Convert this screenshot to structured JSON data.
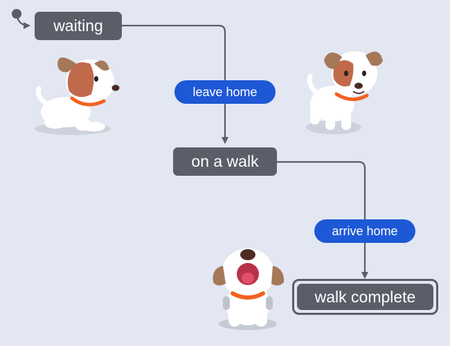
{
  "states": {
    "waiting": "waiting",
    "on_walk": "on a walk",
    "walk_complete": "walk complete"
  },
  "transitions": {
    "leave_home": "leave home",
    "arrive_home": "arrive home"
  },
  "illustrations": [
    "dog-lying-icon",
    "dog-standing-icon",
    "dog-happy-icon"
  ],
  "colors": {
    "background": "#e2e7f2",
    "state_fill": "#5b5d69",
    "transition_label_fill": "#1d58d6",
    "edge": "#5b5d69",
    "collar": "#f2621f",
    "dog_brown": "#a5785a",
    "dog_patch": "#c06a4b"
  }
}
